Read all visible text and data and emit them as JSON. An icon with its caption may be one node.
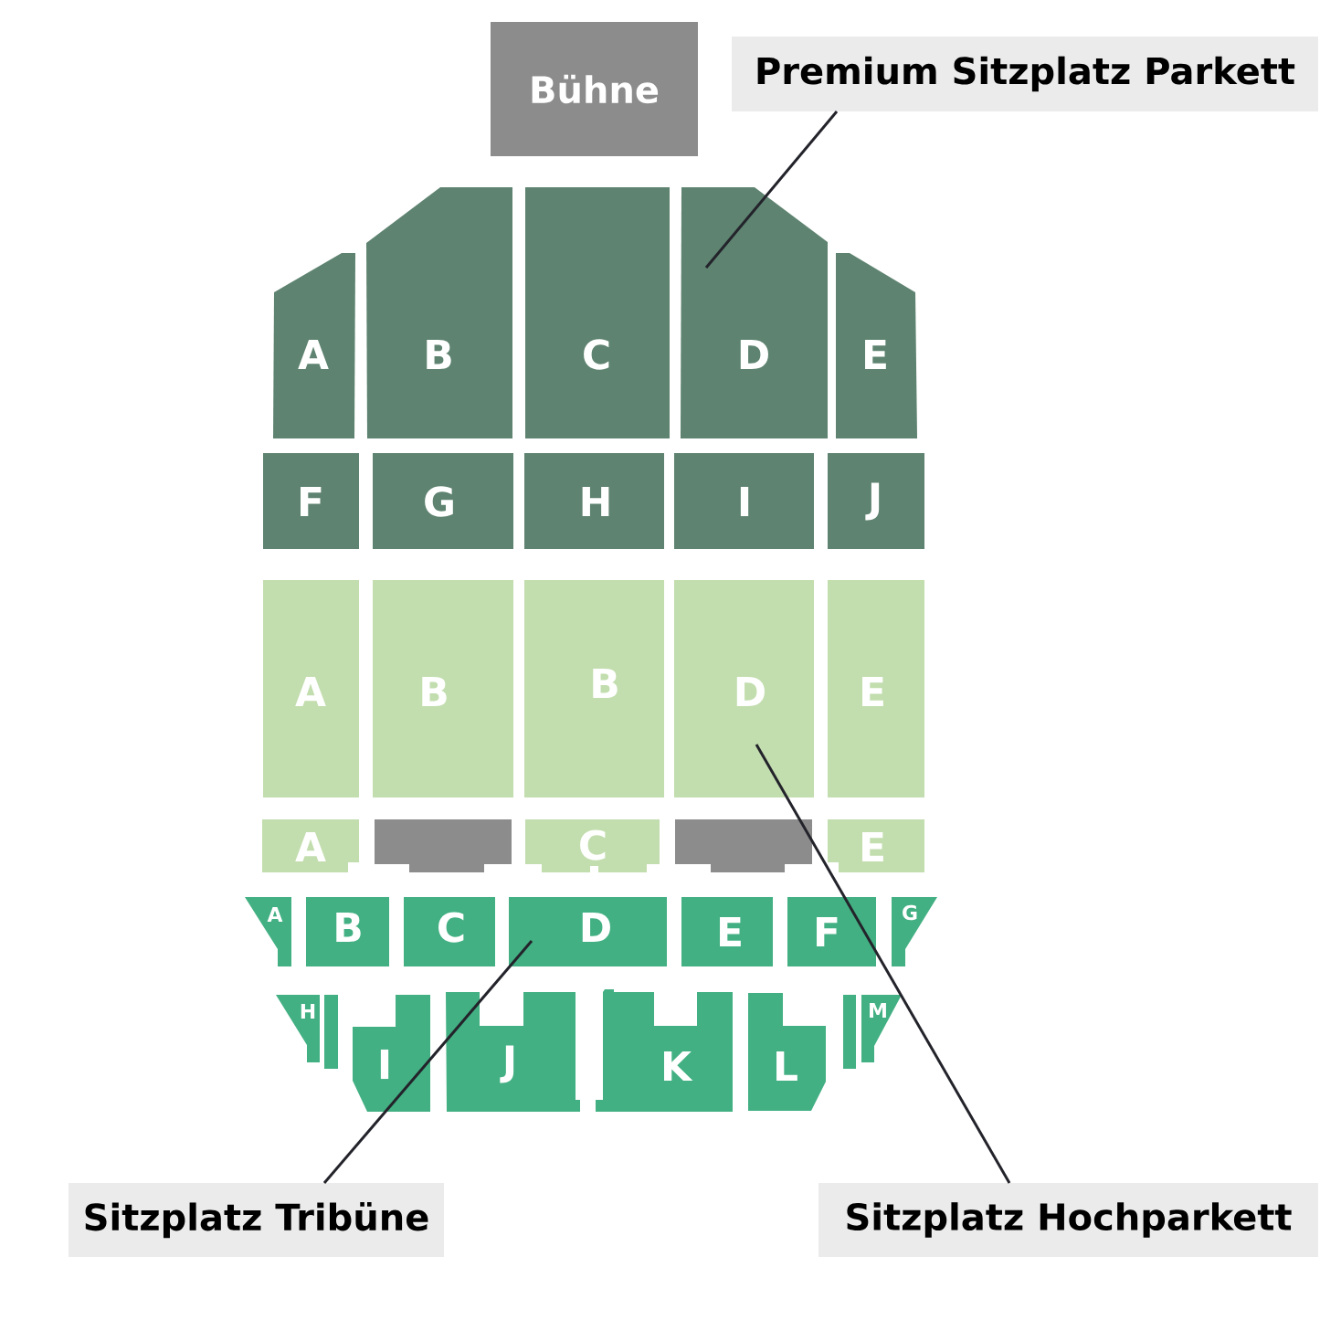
{
  "diagram": {
    "nodes": [
      {
        "text": [
          "Bühne"
        ]
      },
      {
        "text": [
          "Premium Sitzplatz Parkett"
        ]
      },
      {
        "text": [
          "A"
        ]
      },
      {
        "text": [
          "B"
        ]
      },
      {
        "text": [
          "C"
        ]
      },
      {
        "text": [
          "D"
        ]
      },
      {
        "text": [
          "E"
        ]
      },
      {
        "text": [
          "F"
        ]
      },
      {
        "text": [
          "G"
        ]
      },
      {
        "text": [
          "H"
        ]
      },
      {
        "text": [
          "I"
        ]
      },
      {
        "text": [
          "J"
        ]
      },
      {
        "text": [
          "A"
        ]
      },
      {
        "text": [
          "B"
        ]
      },
      {
        "text": [
          "B"
        ]
      },
      {
        "text": [
          "D"
        ]
      },
      {
        "text": [
          "E"
        ]
      },
      {
        "text": [
          "A"
        ]
      },
      {
        "text": [],
        "shape": "box"
      },
      {
        "text": [
          "C"
        ]
      },
      {
        "text": [],
        "shape": "box"
      },
      {
        "text": [
          "E"
        ]
      },
      {
        "text": [
          "A"
        ]
      },
      {
        "text": [
          "B"
        ]
      },
      {
        "text": [
          "C"
        ]
      },
      {
        "text": [
          "D"
        ]
      },
      {
        "text": [
          "E"
        ]
      },
      {
        "text": [
          "F"
        ]
      },
      {
        "text": [
          "G"
        ]
      },
      {
        "text": [
          "H"
        ]
      },
      {
        "text": [],
        "shape": "bar"
      },
      {
        "text": [
          "I"
        ]
      },
      {
        "text": [
          "J"
        ]
      },
      {
        "text": [
          "K"
        ]
      },
      {
        "text": [
          "L"
        ]
      },
      {
        "text": [],
        "shape": "bar"
      },
      {
        "text": [
          "M"
        ]
      },
      {
        "text": [
          "Sitzplatz Tribüne"
        ]
      },
      {
        "text": [
          "Sitzplatz Hochparkett"
        ]
      }
    ],
    "edges": [
      {
        "from": 1,
        "to": 5,
        "arrow": "none"
      },
      {
        "from": 37,
        "to": 25,
        "arrow": "none"
      },
      {
        "from": 38,
        "to": 15,
        "arrow": "none"
      }
    ]
  }
}
